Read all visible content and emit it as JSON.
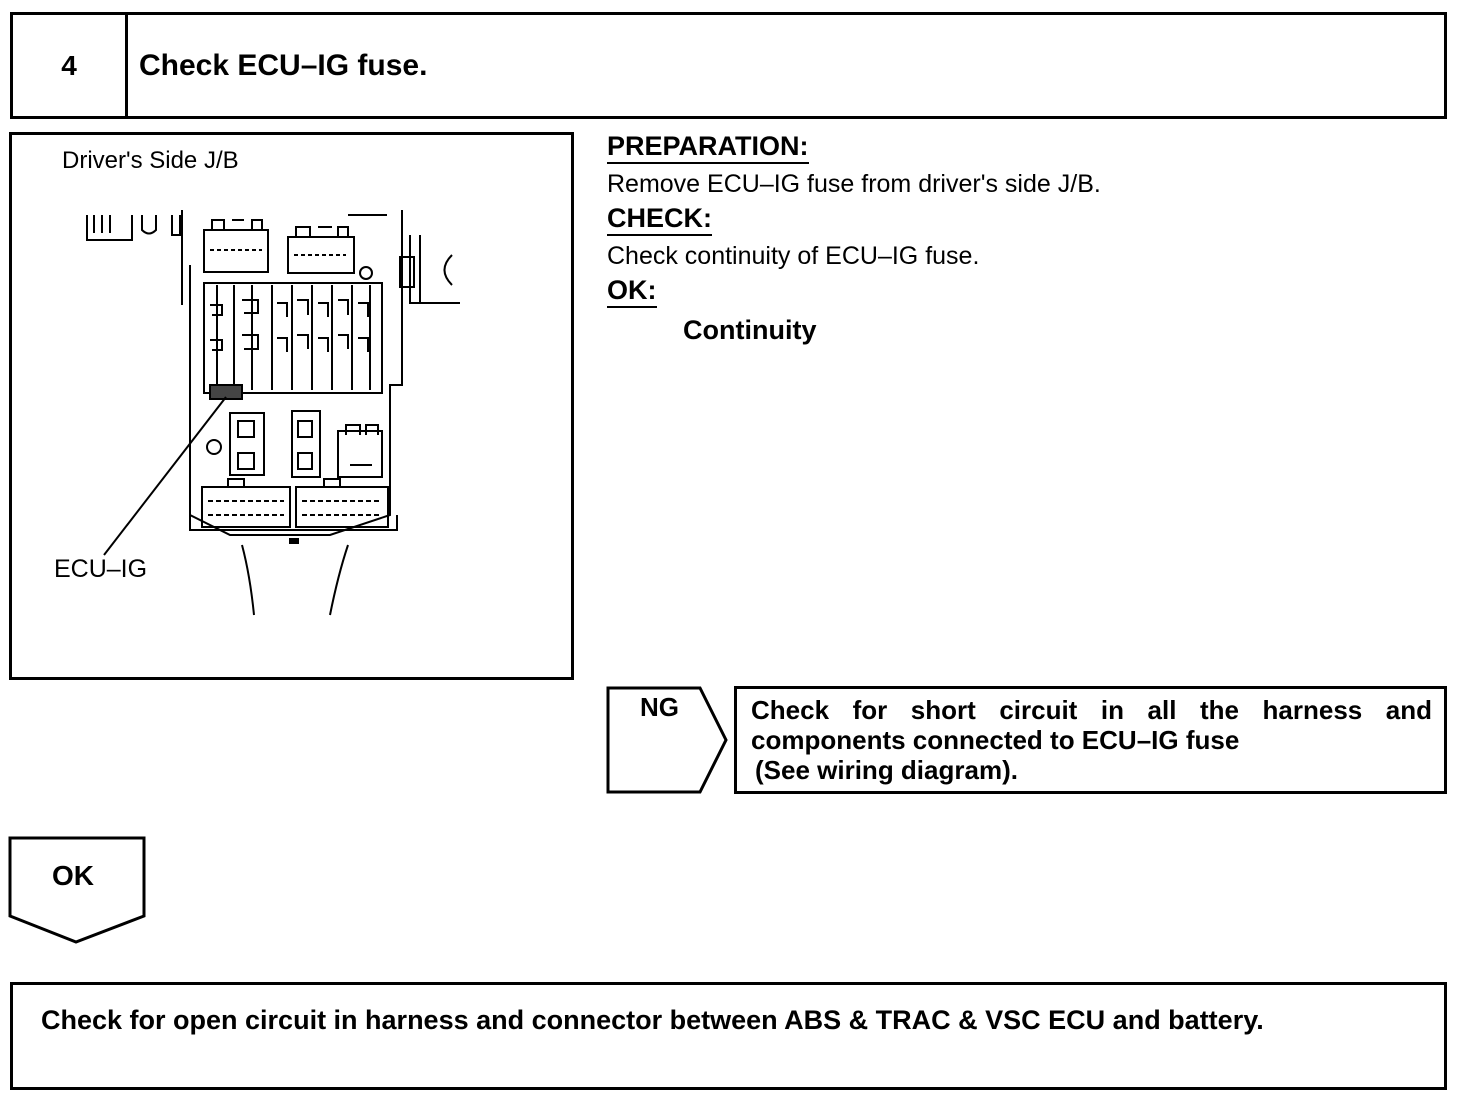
{
  "step": {
    "number": "4",
    "title": "Check ECU–IG fuse."
  },
  "diagram": {
    "caption": "Driver's Side J/B",
    "callout": "ECU–IG"
  },
  "procedure": {
    "preparation_heading": "PREPARATION:",
    "preparation_text": "Remove ECU–IG fuse from driver's side J/B.",
    "check_heading": "CHECK:",
    "check_text": "Check continuity of ECU–IG fuse.",
    "ok_heading": "OK:",
    "ok_result": "Continuity"
  },
  "ng_branch": {
    "label": "NG",
    "action_line1": "Check for short circuit in all the harness and",
    "action_line2": "components connected to ECU–IG fuse",
    "action_line3": "(See wiring diagram)."
  },
  "ok_branch": {
    "label": "OK",
    "next_action": "Check for open circuit in harness and connector between ABS & TRAC & VSC ECU and battery."
  }
}
